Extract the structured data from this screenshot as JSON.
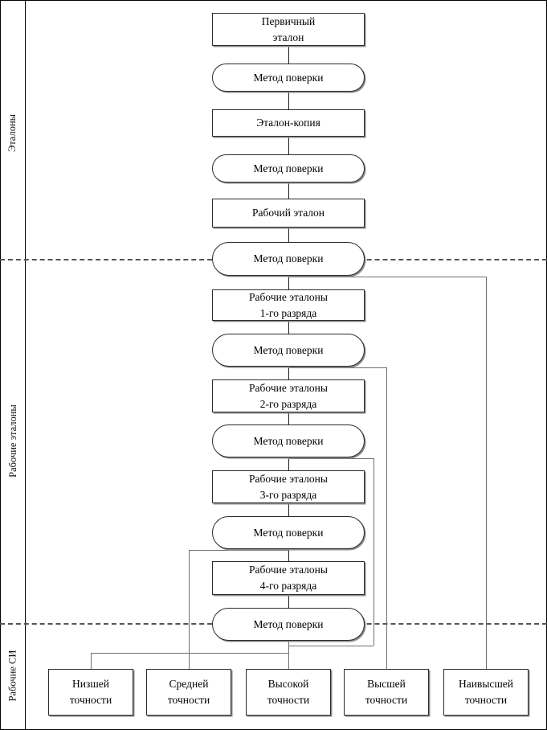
{
  "diagram": {
    "title_text": "",
    "bands": [
      {
        "id": "etalony",
        "label": "Эталоны"
      },
      {
        "id": "rabochie-etalony",
        "label": "Рабочие эталоны"
      },
      {
        "id": "rabochie-si",
        "label": "Рабочие СИ"
      }
    ],
    "chain": [
      {
        "id": "primary-standard",
        "shape": "rect",
        "line1": "Первичный",
        "line2": "эталон"
      },
      {
        "id": "method-1",
        "shape": "rounded",
        "line1": "Метод поверки",
        "line2": ""
      },
      {
        "id": "standard-copy",
        "shape": "rect",
        "line1": "Эталон-копия",
        "line2": ""
      },
      {
        "id": "method-2",
        "shape": "rounded",
        "line1": "Метод поверки",
        "line2": ""
      },
      {
        "id": "working-standard",
        "shape": "rect",
        "line1": "Рабочий эталон",
        "line2": ""
      },
      {
        "id": "method-3",
        "shape": "rounded",
        "line1": "Метод поверки",
        "line2": ""
      },
      {
        "id": "rank-1",
        "shape": "rect",
        "line1": "Рабочие эталоны",
        "line2": "1-го разряда"
      },
      {
        "id": "method-4",
        "shape": "rounded",
        "line1": "Метод поверки",
        "line2": ""
      },
      {
        "id": "rank-2",
        "shape": "rect",
        "line1": "Рабочие эталоны",
        "line2": "2-го разряда"
      },
      {
        "id": "method-5",
        "shape": "rounded",
        "line1": "Метод поверки",
        "line2": ""
      },
      {
        "id": "rank-3",
        "shape": "rect",
        "line1": "Рабочие эталоны",
        "line2": "3-го разряда"
      },
      {
        "id": "method-6",
        "shape": "rounded",
        "line1": "Метод поверки",
        "line2": ""
      },
      {
        "id": "rank-4",
        "shape": "rect",
        "line1": "Рабочие эталоны",
        "line2": "4-го разряда"
      },
      {
        "id": "method-7",
        "shape": "rounded",
        "line1": "Метод поверки",
        "line2": ""
      }
    ],
    "instruments": [
      {
        "id": "accuracy-lowest",
        "line1": "Низшей",
        "line2": "точности"
      },
      {
        "id": "accuracy-medium",
        "line1": "Средней",
        "line2": "точности"
      },
      {
        "id": "accuracy-high",
        "line1": "Высокой",
        "line2": "точности"
      },
      {
        "id": "accuracy-higher",
        "line1": "Высшей",
        "line2": "точности"
      },
      {
        "id": "accuracy-highest",
        "line1": "Наивысшей",
        "line2": "точности"
      }
    ],
    "colors": {
      "stroke": "#2b2b2b",
      "shadow": "#8a8a8a",
      "separator": "#555555",
      "background": "#ffffff"
    }
  }
}
